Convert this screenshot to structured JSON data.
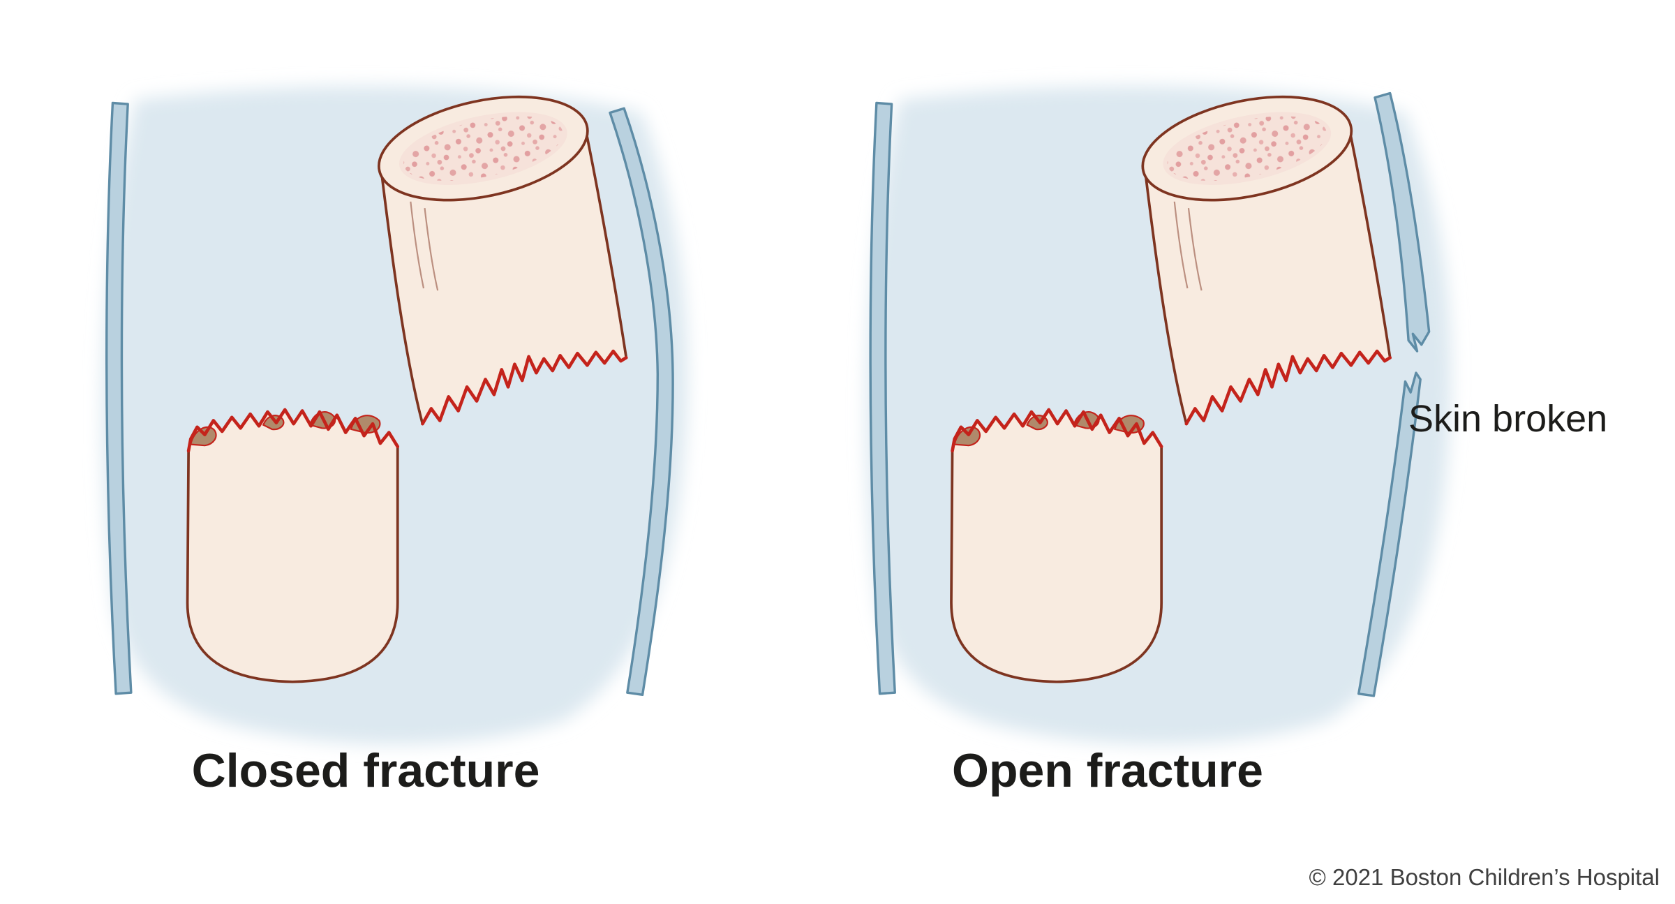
{
  "figure": {
    "panels": [
      {
        "id": "closed-fracture",
        "label": "Closed fracture"
      },
      {
        "id": "open-fracture",
        "label": "Open fracture",
        "annotation": "Skin broken"
      }
    ],
    "credit": "© 2021 Boston Children’s Hospital"
  },
  "colors": {
    "background": "#ffffff",
    "limb_fill": "#dce8f0",
    "skin_band_fill": "#b9d1df",
    "skin_band_stroke": "#5e8ca6",
    "bone_fill": "#f8ebe0",
    "bone_outline": "#7e3420",
    "fracture_edge": "#c4231b",
    "marrow_base": "#f6e2da",
    "marrow_dot": "#e29fa0",
    "jag_patch": "#b08a6b",
    "label_text": "#1c1c1a",
    "credit_text": "#3f3f3f"
  }
}
